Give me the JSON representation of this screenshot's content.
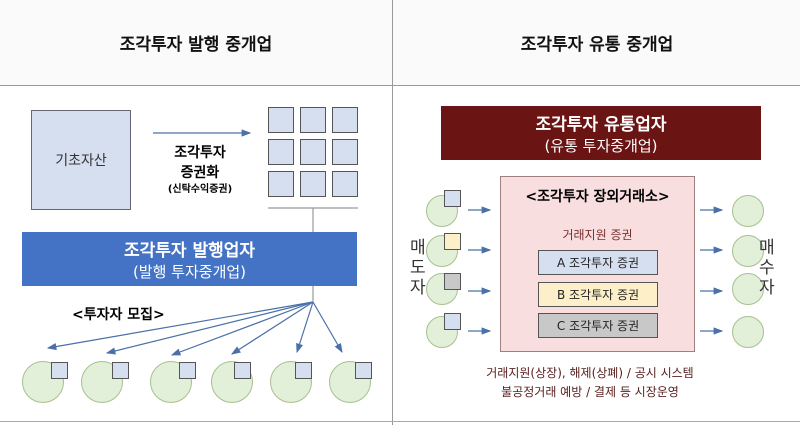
{
  "left": {
    "header": "조각투자 발행 중개업",
    "asset": "기초자산",
    "process": {
      "line1": "조각투자",
      "line2": "증권화",
      "line3": "(신탁수익증권)"
    },
    "issuer": {
      "line1": "조각투자 발행업자",
      "line2": "(발행 투자중개업)"
    },
    "recruit": "<투자자 모집>"
  },
  "right": {
    "header": "조각투자 유통 중개업",
    "distributor": {
      "line1": "조각투자 유통업자",
      "line2": "(유통 투자중개업)"
    },
    "exchange": {
      "title": "<조각투자 장외거래소>",
      "subtitle": "거래지원 증권",
      "securities": [
        "A 조각투자 증권",
        "B 조각투자 증권",
        "C 조각투자 증권"
      ]
    },
    "seller": "매도자",
    "buyer": "매수자",
    "functions": {
      "line1": "거래지원(상장), 해제(상폐) / 공시 시스템",
      "line2": "불공정거래 예방 / 결제 등 시장운영"
    }
  },
  "colors": {
    "issuer": "#4472c4",
    "distributor": "#6b1414",
    "exchange": "#f8dede",
    "secA": "#d6dff0",
    "secB": "#fdf0c8",
    "secC": "#c8c8c8"
  }
}
